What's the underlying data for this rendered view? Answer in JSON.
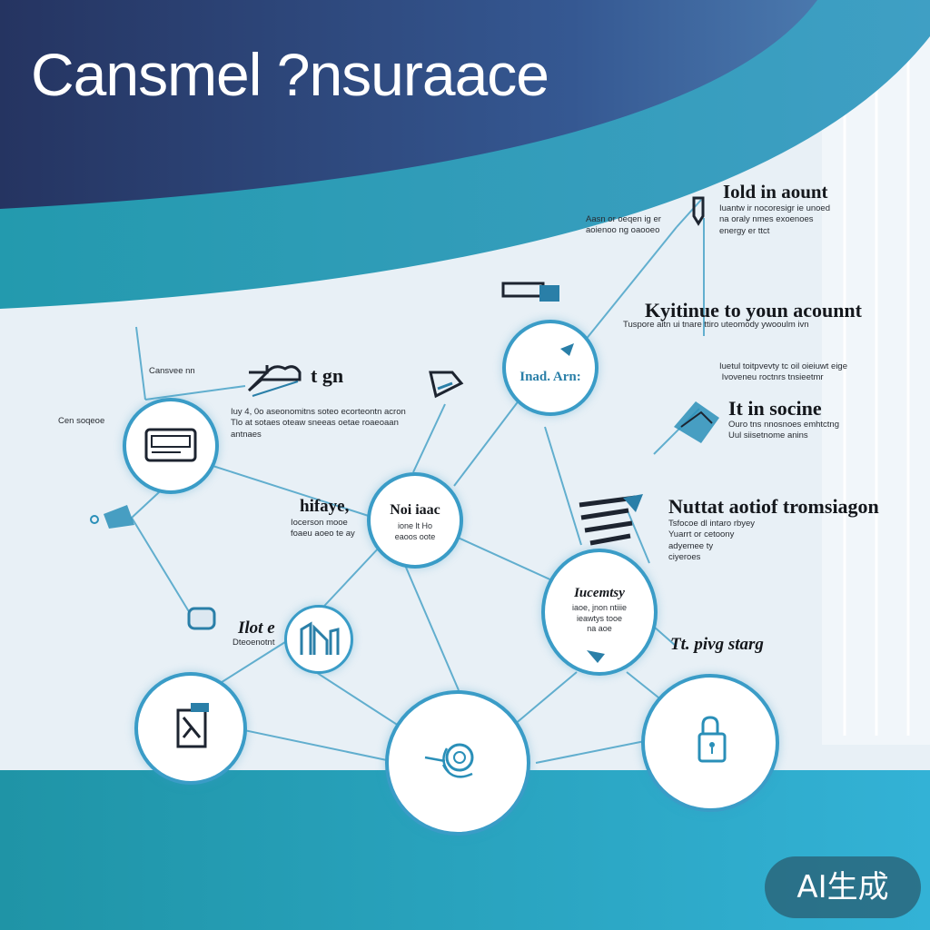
{
  "header": {
    "title": "Cansmel ?nsuraace"
  },
  "steps": [
    {
      "id": "hold",
      "title": "Iold in aount",
      "desc": "Iuantw ir nocoresigr ie unoed\nna oraly nmes exoenoes\nenergy er ttct"
    },
    {
      "id": "continue",
      "title": "Kyitinue to youn acounnt",
      "desc": "Tuspore aitn ui tnare ttiro uteomody ywooulm ivn"
    },
    {
      "id": "socine",
      "title": "It in socine",
      "desc": "Ouro tns nnosnoes emhtctng\nUul siisetnome anins"
    },
    {
      "id": "notification",
      "title": "Nuttat aotiof tromsiagon",
      "desc": "Tsfocoe dl intaro rbyey\nYuarrt or cetoony\nadyemee ty\nciyeroes"
    },
    {
      "id": "sign",
      "title": "t gn",
      "desc": "Iuy 4, 0o aseonomitns soteo ecorteontn acron\nTlo at sotaes oteaw sneeas oetae roaeoaan\nantnaes"
    },
    {
      "id": "hifaye",
      "title": "hifaye,",
      "desc": "Iocerson mooe\nfoaeu aoeo te ay"
    },
    {
      "id": "lote",
      "title": "Ilot e",
      "desc": "Dteoenotnt"
    },
    {
      "id": "playing",
      "title": "Tt. pivg starg",
      "desc": ""
    }
  ],
  "side_labels": {
    "left_top": "Cansvee nn",
    "left_mid": "Cen soqeoe",
    "upper_left": "Aasn or oeqen ig er\naoienoo ng oaooeo"
  },
  "nodes": {
    "center": {
      "title": "Noi iaac",
      "desc": "ione lt Ho\neaoos oote"
    },
    "top": {
      "title": "Inad. Arn:"
    },
    "right": {
      "title": "Iucemtsy",
      "desc": "iaoe, jnon ntiiie\nieawtys tooe\nna aoe"
    }
  },
  "icons": [
    "card-icon",
    "cursor-icon",
    "lock-icon",
    "fingerprint-icon",
    "document-icon",
    "building-icon",
    "hand-icon",
    "key-icon",
    "device-icon",
    "flag-icon"
  ],
  "badge": {
    "label": "AI生成"
  },
  "colors": {
    "navy": "#283a66",
    "teal": "#2aa6bf",
    "accent": "#3a9cc7",
    "light": "#e9f1f7"
  }
}
